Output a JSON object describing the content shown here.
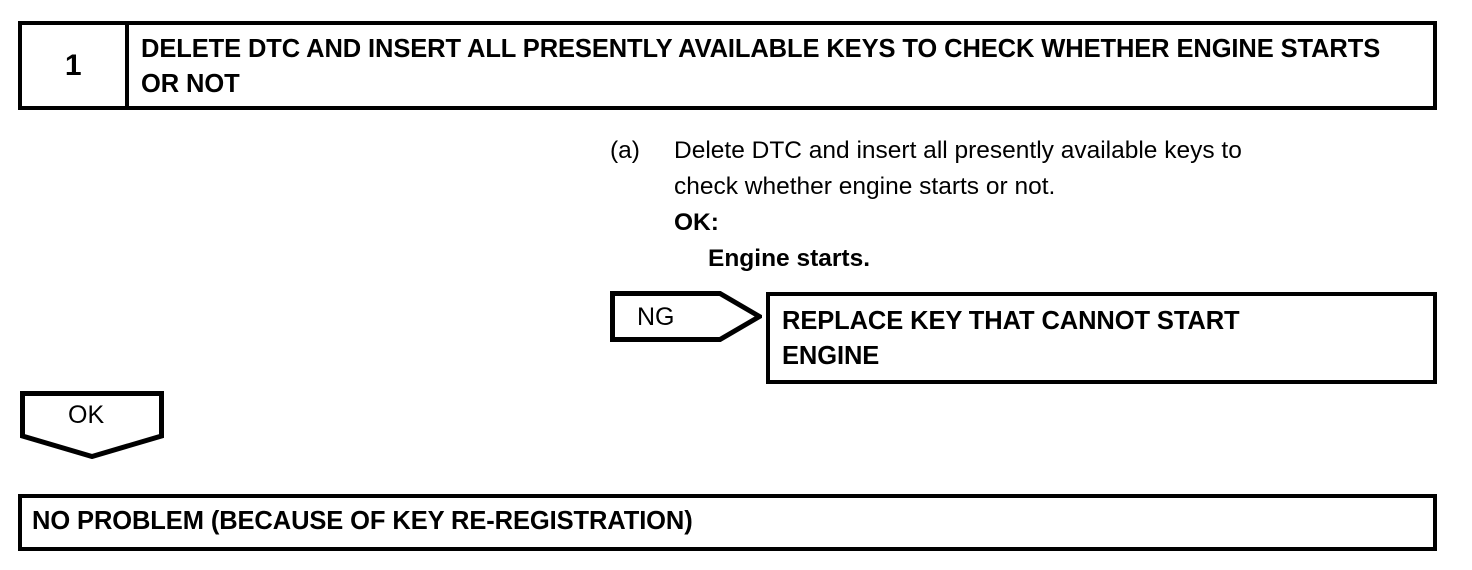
{
  "step": {
    "number": "1",
    "title": "DELETE DTC AND INSERT ALL PRESENTLY AVAILABLE KEYS TO CHECK WHETHER ENGINE STARTS OR NOT"
  },
  "procedure": {
    "marker": "(a)",
    "line1": "Delete DTC and insert all presently available keys to",
    "line2": "check whether engine starts or not.",
    "ok_label": "OK:",
    "ok_result": "Engine starts."
  },
  "branches": {
    "ng_label": "NG",
    "ok_label": "OK"
  },
  "outcomes": {
    "ng_box_line1": "REPLACE KEY THAT CANNOT START",
    "ng_box_line2": "ENGINE",
    "ok_box": "NO PROBLEM (BECAUSE OF KEY RE-REGISTRATION)"
  },
  "colors": {
    "ink": "#000000",
    "paper": "#ffffff"
  }
}
